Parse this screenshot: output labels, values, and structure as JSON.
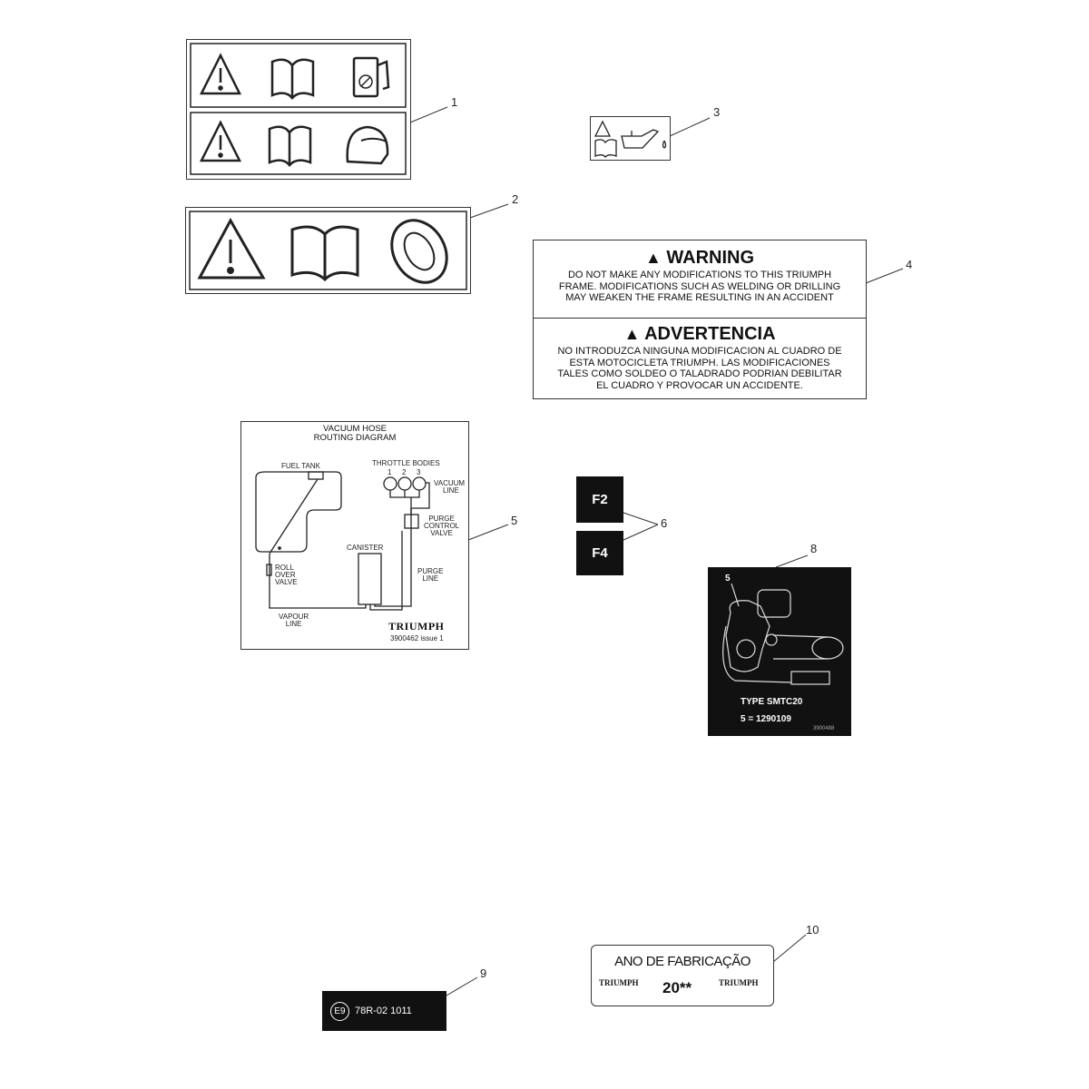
{
  "callouts": {
    "c1": "1",
    "c2": "2",
    "c3": "3",
    "c4": "4",
    "c5": "5",
    "c6": "6",
    "c8": "8",
    "c9": "9",
    "c10": "10"
  },
  "label4": {
    "warning_title": "WARNING",
    "warning_lines": [
      "DO  NOT MAKE ANY MODIFICATIONS TO THIS TRIUMPH",
      "FRAME.  MODIFICATIONS SUCH AS WELDING OR DRILLING",
      "MAY WEAKEN THE FRAME RESULTING IN AN ACCIDENT"
    ],
    "advert_title": "ADVERTENCIA",
    "advert_lines": [
      "NO INTRODUZCA NINGUNA MODIFICACION AL CUADRO DE",
      "ESTA MOTOCICLETA TRIUMPH.  LAS MODIFICACIONES",
      "TALES COMO SOLDEO O TALADRADO PODRIAN DEBILITAR",
      "EL CUADRO Y PROVOCAR UN ACCIDENTE."
    ]
  },
  "label5": {
    "title1": "VACUUM HOSE",
    "title2": "ROUTING DIAGRAM",
    "fuel_tank": "FUEL TANK",
    "throttle": "THROTTLE BODIES",
    "n1": "1",
    "n2": "2",
    "n3": "3",
    "vacuum1": "VACUUM",
    "vacuum2": "LINE",
    "purge1": "PURGE",
    "purge2": "CONTROL",
    "purge3": "VALVE",
    "canister": "CANISTER",
    "pl1": "PURGE",
    "pl2": "LINE",
    "roll1": "ROLL",
    "roll2": "OVER",
    "roll3": "VALVE",
    "vap1": "VAPOUR",
    "vap2": "LINE",
    "brand": "TRIUMPH",
    "part": "3900462 issue 1"
  },
  "label6": {
    "f2": "F2",
    "f4": "F4"
  },
  "label8": {
    "num": "5",
    "type": "TYPE  SMTC20",
    "part": "5 = 1290109",
    "code": "3900488"
  },
  "label9": {
    "e": "E9",
    "code": "78R-02 1011"
  },
  "label10": {
    "title": "ANO DE FABRICAÇÃO",
    "brand_left": "TRIUMPH",
    "year": "20**",
    "brand_right": "TRIUMPH"
  }
}
